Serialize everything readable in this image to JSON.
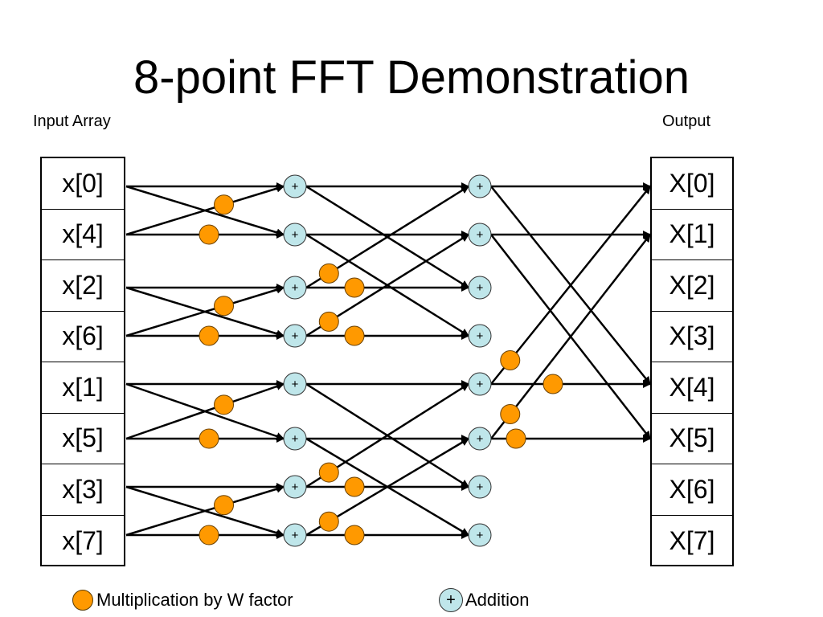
{
  "title": "8-point FFT Demonstration",
  "input_caption": "Input Array",
  "output_caption": "Output",
  "inputs": [
    "x[0]",
    "x[4]",
    "x[2]",
    "x[6]",
    "x[1]",
    "x[5]",
    "x[3]",
    "x[7]"
  ],
  "outputs": [
    "X[0]",
    "X[1]",
    "X[2]",
    "X[3]",
    "X[4]",
    "X[5]",
    "X[6]",
    "X[7]"
  ],
  "adder_symbol": "+",
  "legend": {
    "multiplication": "Multiplication by W factor",
    "addition": "Addition",
    "addition_symbol": "+"
  },
  "colors": {
    "multiplier": "#ff9900",
    "adder": "#bfe6ea",
    "line": "#000000"
  }
}
